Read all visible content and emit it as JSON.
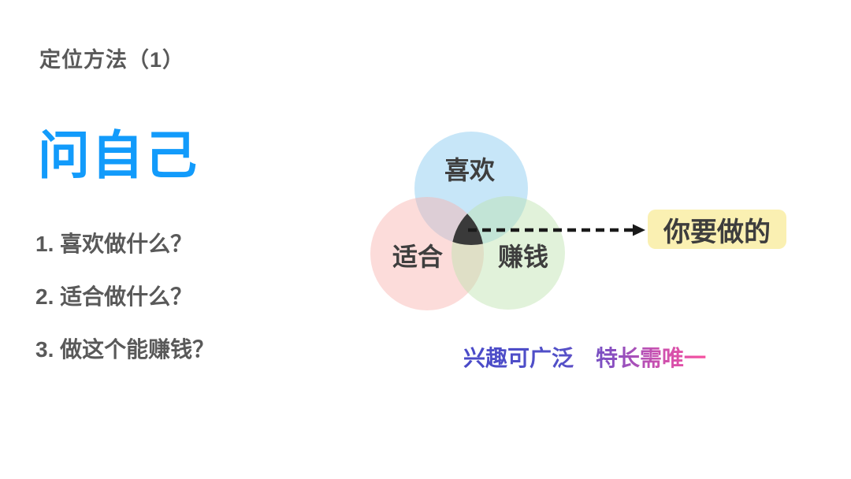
{
  "slide": {
    "title": "定位方法（1）",
    "title_color": "#595959",
    "heading": "问自己",
    "heading_color": "#129BFB",
    "questions": [
      {
        "label": "1. 喜欢做什么？"
      },
      {
        "label": "2. 适合做什么？"
      },
      {
        "label": "3. 做这个能赚钱？"
      }
    ],
    "venn": {
      "circles": [
        {
          "label": "喜欢",
          "color": "#CFE8F9"
        },
        {
          "label": "适合",
          "color": "#FBDFDC"
        },
        {
          "label": "赚钱",
          "color": "#E1F2DB"
        }
      ],
      "center_color": "#3A3A3A"
    },
    "result_label": "你要做的",
    "result_bg": "#FAF0B2",
    "caption": {
      "text": "兴趣可广泛　特长需唯一",
      "gradient_from": "#4A4AC8",
      "gradient_to": "#F7519F"
    }
  }
}
